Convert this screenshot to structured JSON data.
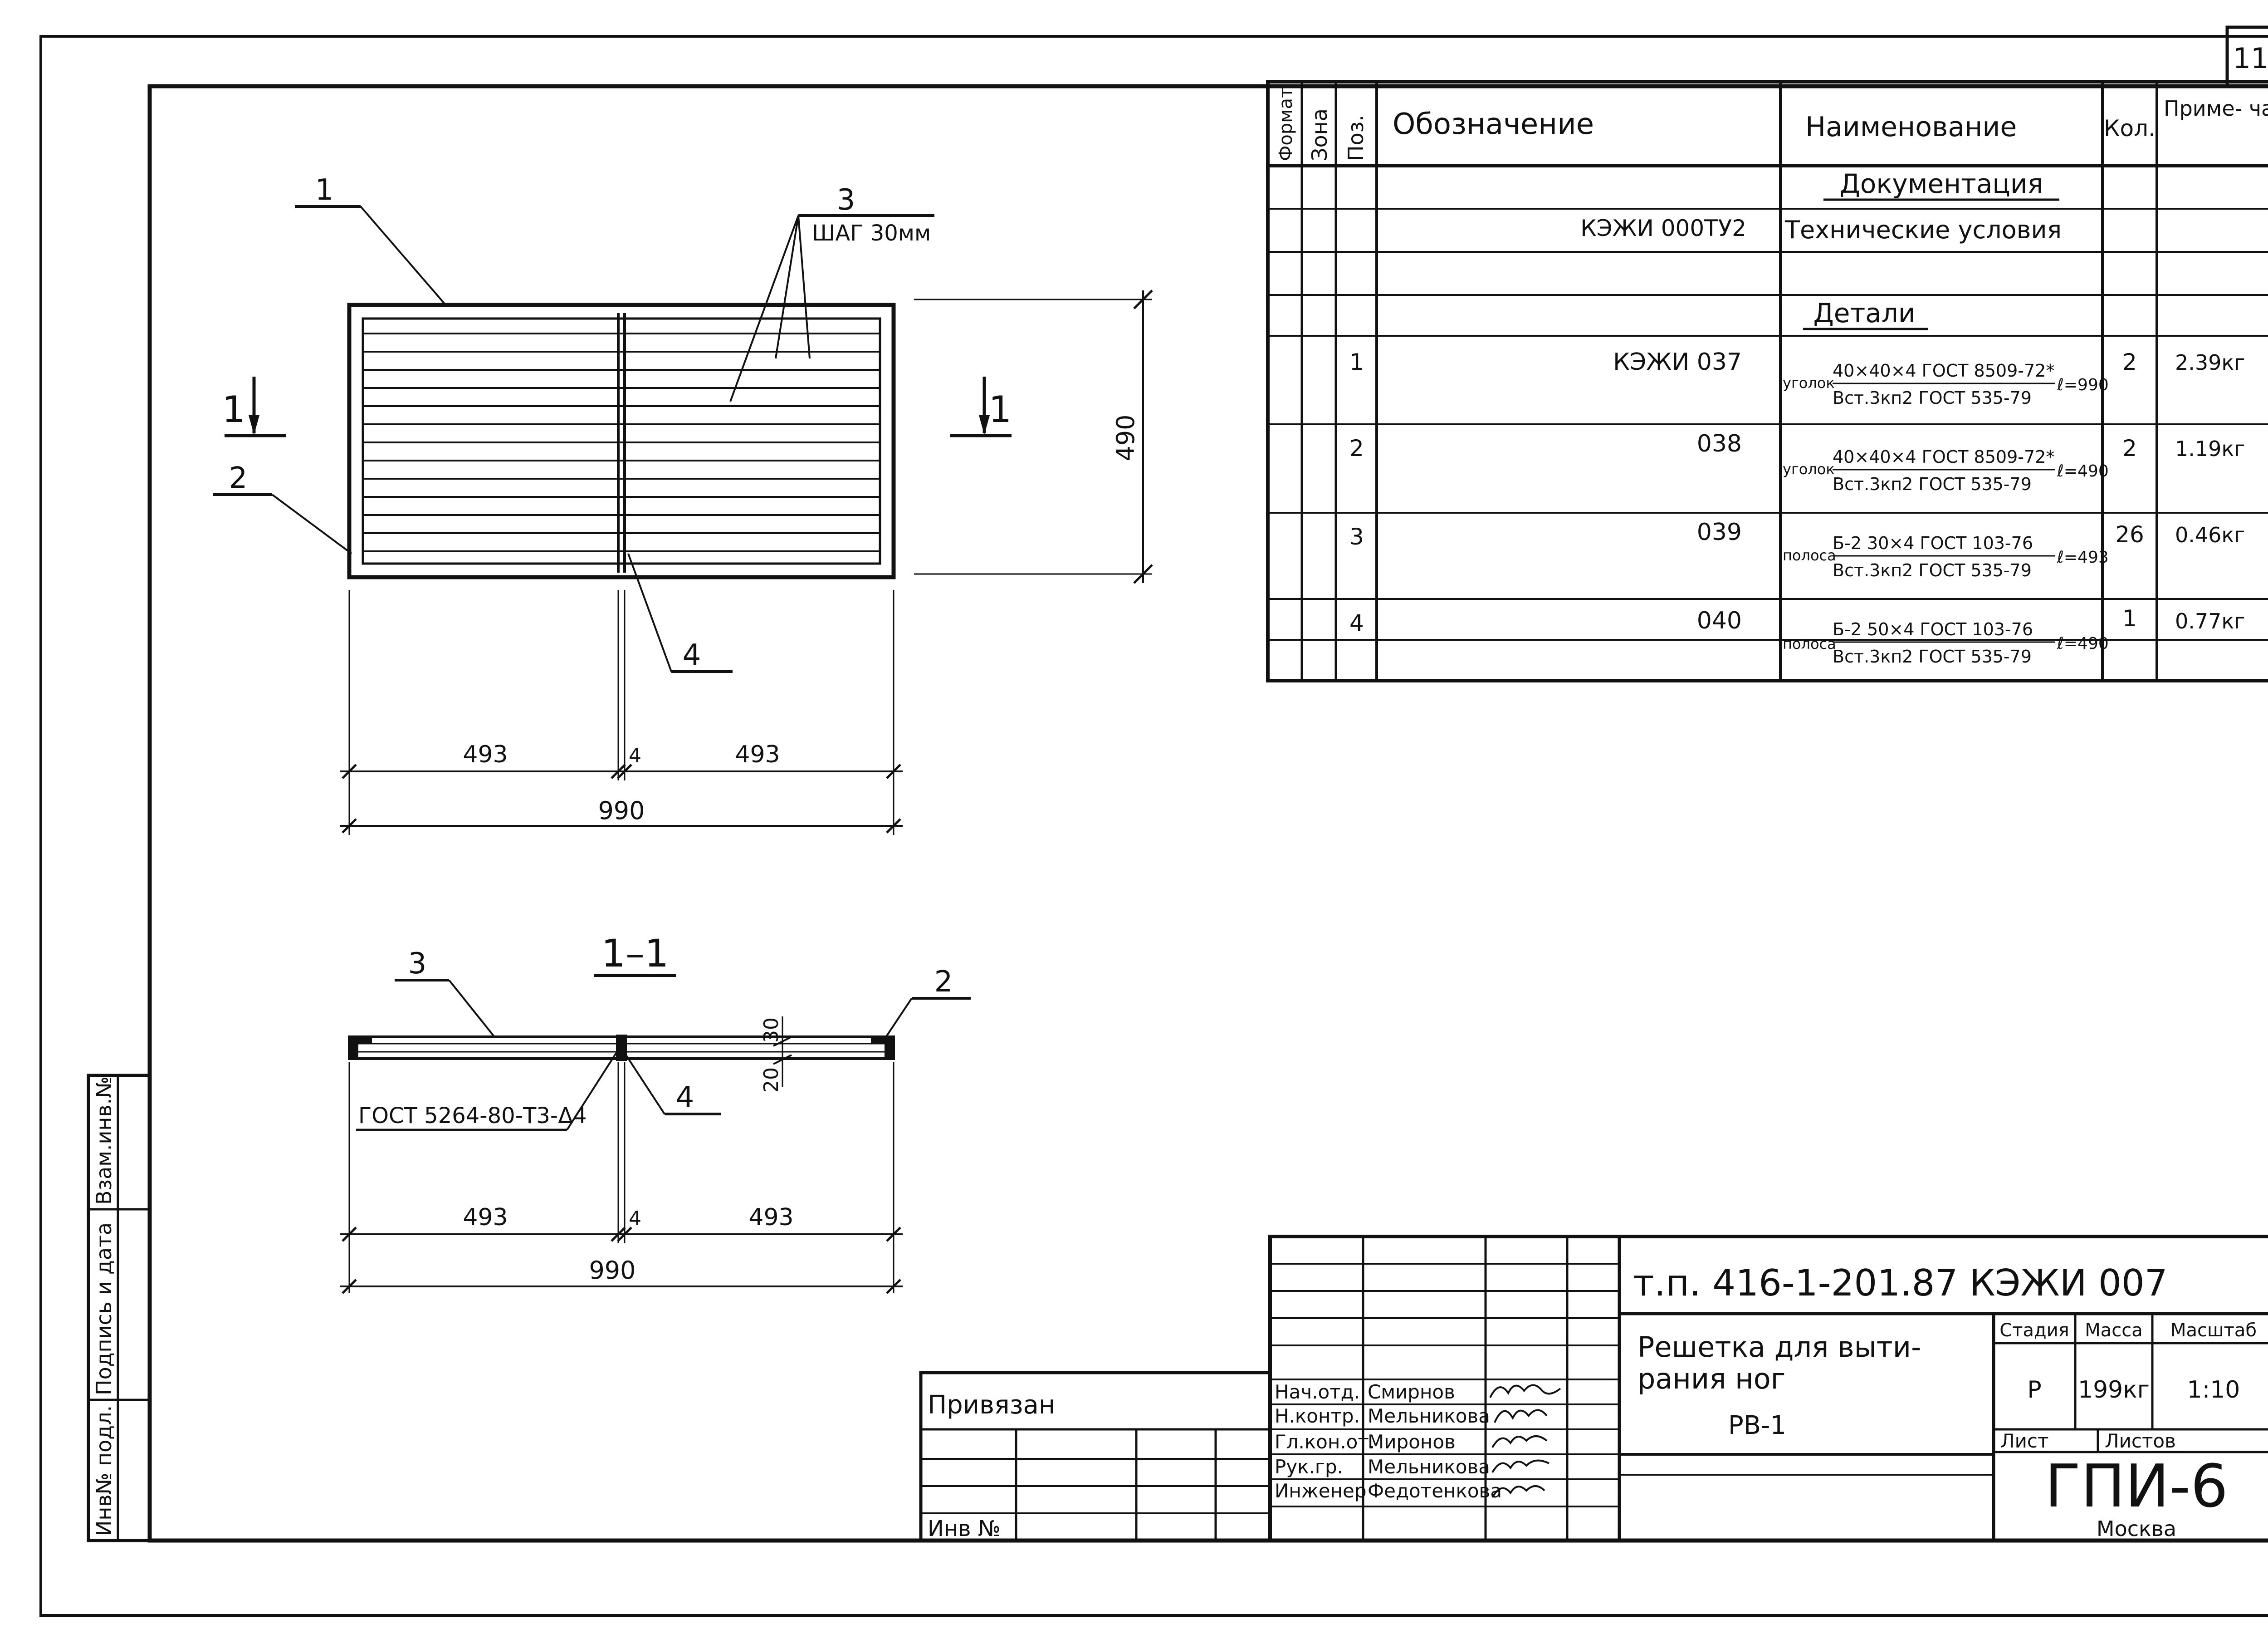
{
  "sheet_number": "11",
  "plan_view": {
    "callout_1": "1",
    "callout_2": "2",
    "callout_3": "3",
    "callout_3_note": "ШАГ 30мм",
    "callout_4": "4",
    "section_mark": "1",
    "dim_height": "490",
    "dim_left": "493",
    "dim_middle": "4",
    "dim_right": "493",
    "dim_total": "990"
  },
  "section_view": {
    "title": "1–1",
    "callout_3": "3",
    "callout_2": "2",
    "callout_4": "4",
    "weld_note": "ГОСТ 5264-80-Т3-Δ4",
    "dim_30": "30",
    "dim_20": "20",
    "dim_left": "493",
    "dim_middle": "4",
    "dim_right": "493",
    "dim_total": "990"
  },
  "spec_table": {
    "headers": {
      "format": "Формат",
      "zone": "Зона",
      "pos": "Поз.",
      "designation": "Обозначение",
      "name": "Наименование",
      "qty": "Кол.",
      "note": "Приме- чание"
    },
    "section_docs": "Документация",
    "doc_designation": "КЭЖИ 000ТУ2",
    "doc_name": "Технические условия",
    "section_parts": "Детали",
    "rows": [
      {
        "pos": "1",
        "designation": "КЭЖИ 037",
        "prefix": "уголок",
        "numerator": "40×40×4 ГОСТ 8509-72*",
        "denominator": "Вст.3кп2 ГОСТ 535-79",
        "length": "ℓ=990",
        "qty": "2",
        "note": "2.39кг"
      },
      {
        "pos": "2",
        "designation": "038",
        "prefix": "уголок",
        "numerator": "40×40×4 ГОСТ 8509-72*",
        "denominator": "Вст.3кп2 ГОСТ 535-79",
        "length": "ℓ=490",
        "qty": "2",
        "note": "1.19кг"
      },
      {
        "pos": "3",
        "designation": "039",
        "prefix": "полоса",
        "numerator": "Б-2 30×4 ГОСТ 103-76",
        "denominator": "Вст.3кп2 ГОСТ 535-79",
        "length": "ℓ=493",
        "qty": "26",
        "note": "0.46кг"
      },
      {
        "pos": "4",
        "designation": "040",
        "prefix": "полоса",
        "numerator": "Б-2 50×4 ГОСТ 103-76",
        "denominator": "Вст.3кп2 ГОСТ 535-79",
        "length": "ℓ=490",
        "qty": "1",
        "note": "0.77кг"
      }
    ]
  },
  "title_block": {
    "doc_code": "т.п. 416-1-201.87   КЭЖИ 007",
    "title_line1": "Решетка для выти-",
    "title_line2": "рания ног",
    "title_line3": "РВ-1",
    "stage_label": "Стадия",
    "mass_label": "Масса",
    "scale_label": "Масштаб",
    "stage": "Р",
    "mass": "199кг",
    "scale": "1:10",
    "sheet_label": "Лист",
    "sheets_label": "Листов",
    "org": "ГПИ-6",
    "city": "Москва",
    "signers": [
      {
        "role": "Нач.отд.",
        "name": "Смирнов"
      },
      {
        "role": "Н.контр.",
        "name": "Мельникова"
      },
      {
        "role": "Гл.кон.от.",
        "name": "Миронов"
      },
      {
        "role": "Рук.гр.",
        "name": "Мельникова"
      },
      {
        "role": "Инженер",
        "name": "Федотенкова"
      }
    ]
  },
  "linked_block": {
    "linked_label": "Привязан",
    "inv_label": "Инв №"
  },
  "side_stamp": {
    "inv_podl": "Инв№ подл.",
    "sign_date": "Подпись и дата",
    "vzam_inv": "Взам.инв.№"
  }
}
